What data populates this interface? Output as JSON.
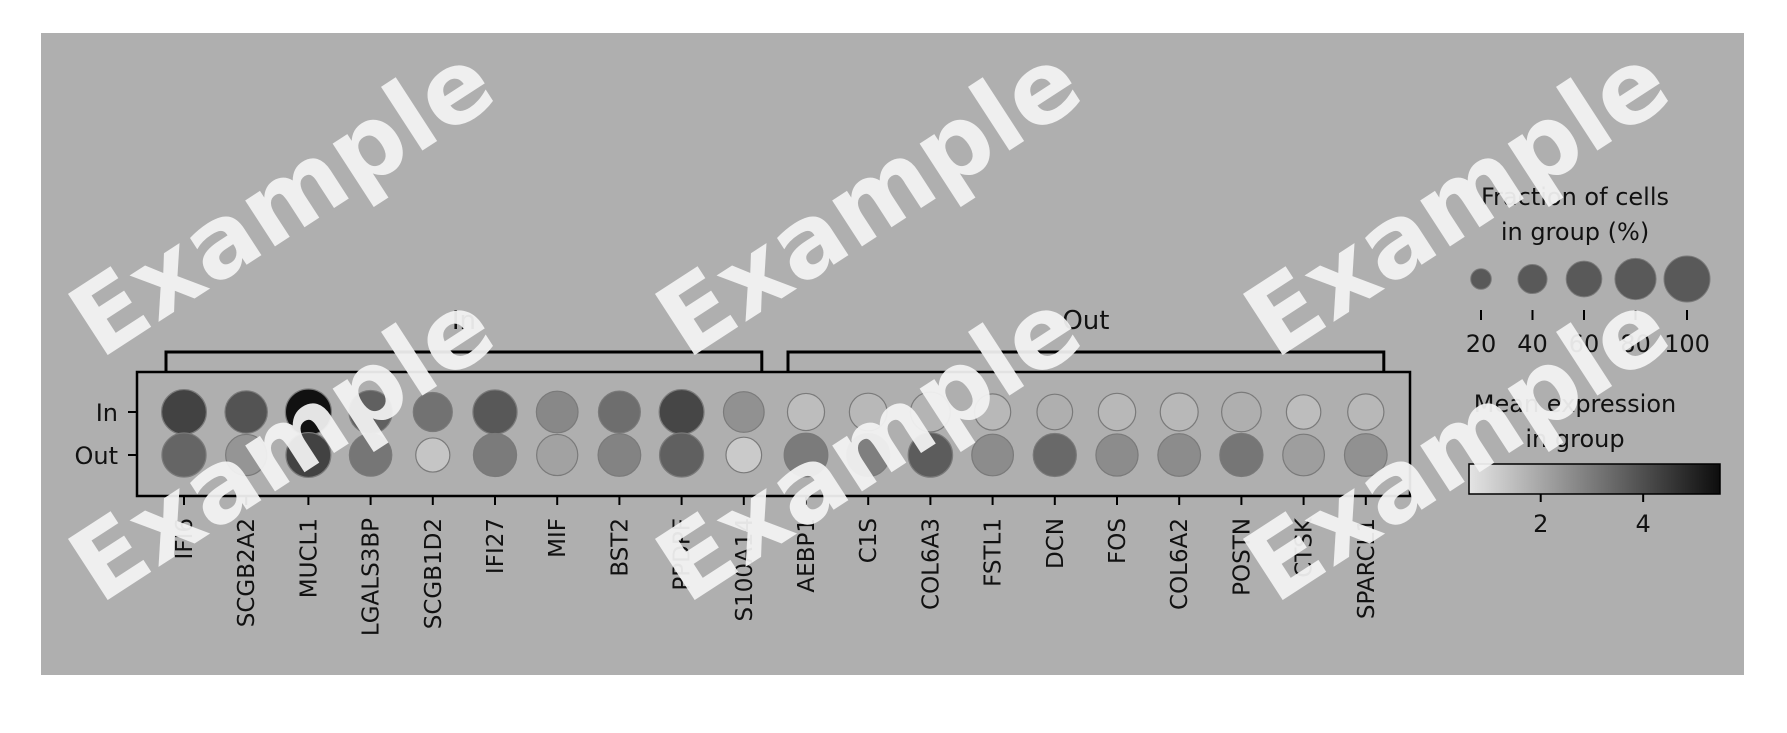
{
  "chart_data": {
    "type": "dotplot",
    "rows": [
      "In",
      "Out"
    ],
    "columns": [
      "IFI6",
      "SCGB2A2",
      "MUCL1",
      "LGALS3BP",
      "SCGB1D2",
      "IFI27",
      "MIF",
      "BST2",
      "PPDPF",
      "S100A14",
      "AEBP1",
      "C1S",
      "COL6A3",
      "FSTL1",
      "DCN",
      "FOS",
      "COL6A2",
      "POSTN",
      "CTSK",
      "SPARCL1"
    ],
    "groups": [
      {
        "label": "In",
        "start": 0,
        "end": 9
      },
      {
        "label": "Out",
        "start": 10,
        "end": 19
      }
    ],
    "fraction": {
      "In": [
        95,
        85,
        100,
        88,
        72,
        92,
        82,
        83,
        95,
        78,
        65,
        67,
        75,
        62,
        60,
        66,
        68,
        74,
        56,
        62
      ],
      "Out": [
        92,
        80,
        95,
        85,
        55,
        88,
        80,
        86,
        92,
        60,
        90,
        87,
        93,
        82,
        88,
        84,
        86,
        88,
        82,
        86
      ]
    },
    "mean_expression": {
      "In": [
        4.3,
        3.9,
        5.4,
        3.6,
        3.2,
        3.8,
        2.7,
        3.3,
        4.2,
        2.5,
        1.5,
        1.6,
        1.7,
        1.6,
        1.8,
        1.6,
        1.6,
        1.8,
        1.5,
        1.6
      ],
      "Out": [
        3.5,
        2.4,
        4.3,
        3.1,
        1.3,
        3.0,
        2.1,
        2.8,
        3.6,
        1.2,
        3.0,
        2.9,
        3.7,
        2.6,
        3.4,
        2.6,
        2.6,
        3.1,
        2.2,
        2.5
      ]
    },
    "size_legend": {
      "title": "Fraction of cells\nin group (%)",
      "values": [
        20,
        40,
        60,
        80,
        100
      ]
    },
    "color_legend": {
      "title": "Mean expression\nin group",
      "ticks": [
        2,
        4
      ],
      "range": [
        0.6,
        5.5
      ],
      "colors": [
        "#e4e4e4",
        "#0d0d0d"
      ]
    }
  },
  "watermark": "Example"
}
